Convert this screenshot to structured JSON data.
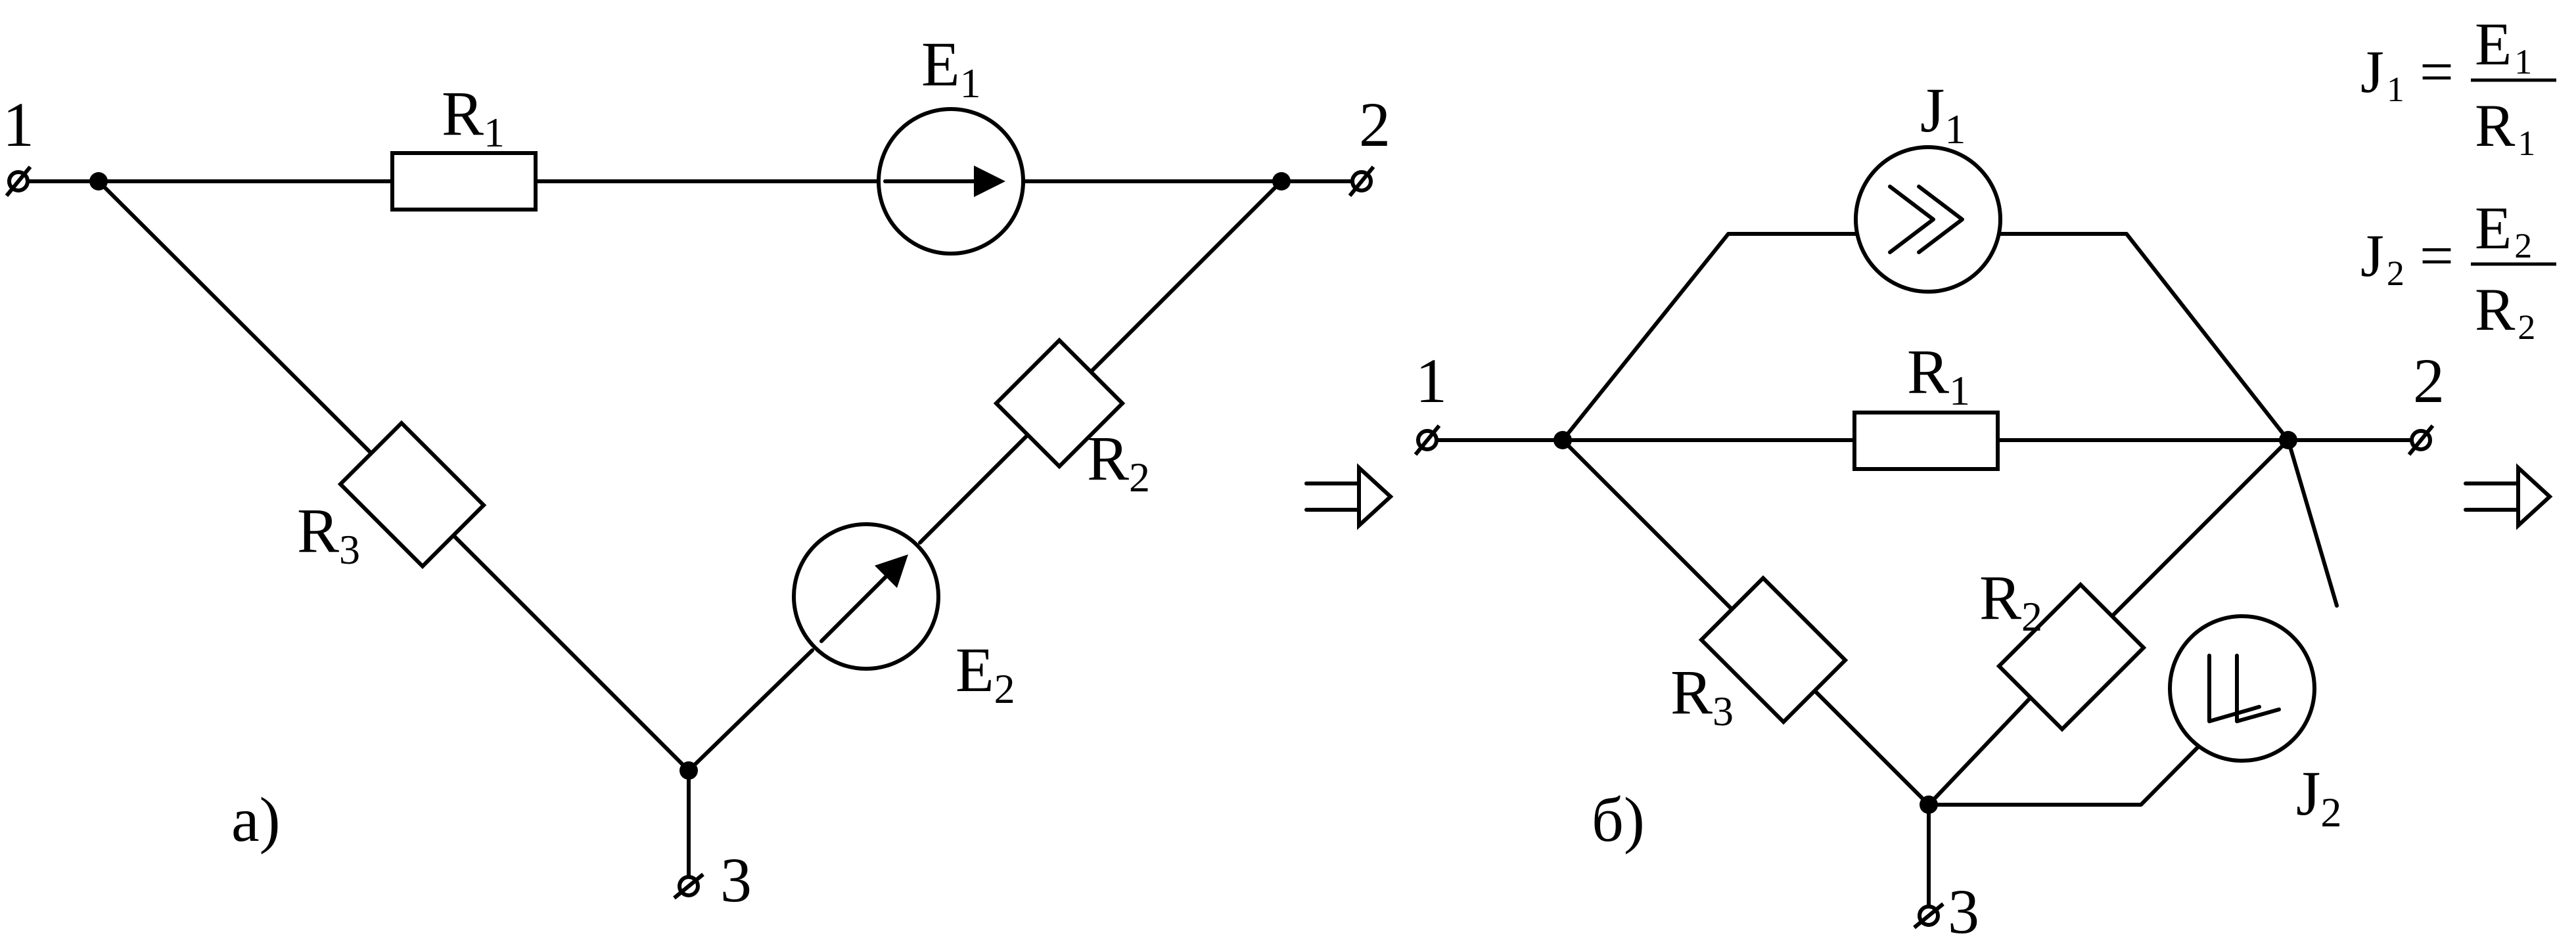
{
  "diagram_a": {
    "caption": "а)",
    "terminal_1": "1",
    "terminal_2": "2",
    "terminal_3": "3",
    "R1": {
      "letter": "R",
      "index": "1"
    },
    "R2": {
      "letter": "R",
      "index": "2"
    },
    "R3": {
      "letter": "R",
      "index": "3"
    },
    "E1": {
      "letter": "E",
      "index": "1"
    },
    "E2": {
      "letter": "E",
      "index": "2"
    }
  },
  "diagram_b": {
    "caption": "б)",
    "terminal_1": "1",
    "terminal_2": "2",
    "terminal_3": "3",
    "R1": {
      "letter": "R",
      "index": "1"
    },
    "R2": {
      "letter": "R",
      "index": "2"
    },
    "R3": {
      "letter": "R",
      "index": "3"
    },
    "J1": {
      "letter": "J",
      "index": "1"
    },
    "J2": {
      "letter": "J",
      "index": "2"
    }
  },
  "formulas": {
    "f1": {
      "lhs": "J",
      "lhs_index": "1",
      "eq": "=",
      "num": "E",
      "num_index": "1",
      "den": "R",
      "den_index": "1"
    },
    "f2": {
      "lhs": "J",
      "lhs_index": "2",
      "eq": "=",
      "num": "E",
      "num_index": "2",
      "den": "R",
      "den_index": "2"
    }
  },
  "transform_arrow_symbol": "⇒"
}
